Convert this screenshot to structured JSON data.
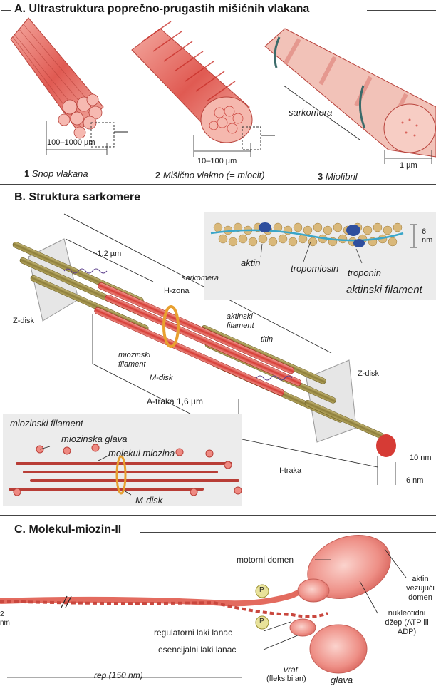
{
  "sectionA": {
    "title": "A. Ultrastruktura poprečno-prugastih mišićnih vlakana",
    "items": [
      {
        "num": "1",
        "name": "Snop vlakana",
        "size": "100–1000 µm"
      },
      {
        "num": "2",
        "name": "Mišično vlakno (= miocit)",
        "size": "10–100 µm"
      },
      {
        "num": "3",
        "name": "Miofibril",
        "size": "1 µm"
      }
    ],
    "sarcomere_label": "sarkomera"
  },
  "sectionB": {
    "title": "B. Struktura sarkomere",
    "labels": {
      "len_12": "~1,2 µm",
      "sarkomera": "sarkomera",
      "h_zona": "H-zona",
      "z_disk_left": "Z-disk",
      "z_disk_right": "Z-disk",
      "aktinski_filament": "aktinski filament",
      "titin": "titin",
      "miozinski_filament": "miozinski filament",
      "m_disk": "M-disk",
      "a_traka": "A-traka 1,6 µm",
      "i_traka": "I-traka",
      "nm10": "10 nm",
      "nm6": "6 nm"
    },
    "actin_inset": {
      "aktin": "aktin",
      "tropomiosin": "tropomiosin",
      "troponin": "troponin",
      "title": "aktinski filament",
      "size": "6 nm"
    },
    "myosin_inset": {
      "title": "miozinski filament",
      "glava": "miozinska glava",
      "molekul": "molekul miozina",
      "m_disk": "M-disk"
    }
  },
  "sectionC": {
    "title": "C. Molekul-miozin-II",
    "labels": {
      "motorni_domen": "motorni domen",
      "aktin_vezujuci": "aktin vezujući domen",
      "nukleotidni": "nukleotidni džep (ATP ili ADP)",
      "regulatorni": "regulatorni laki lanac",
      "esencijalni": "esencijalni laki lanac",
      "rep": "rep (150 nm)",
      "vrat": "vrat",
      "fleksibilan": "(fleksibilan)",
      "glava": "glava",
      "p1": "P",
      "p2": "P",
      "left_edge": "2 nm"
    }
  }
}
